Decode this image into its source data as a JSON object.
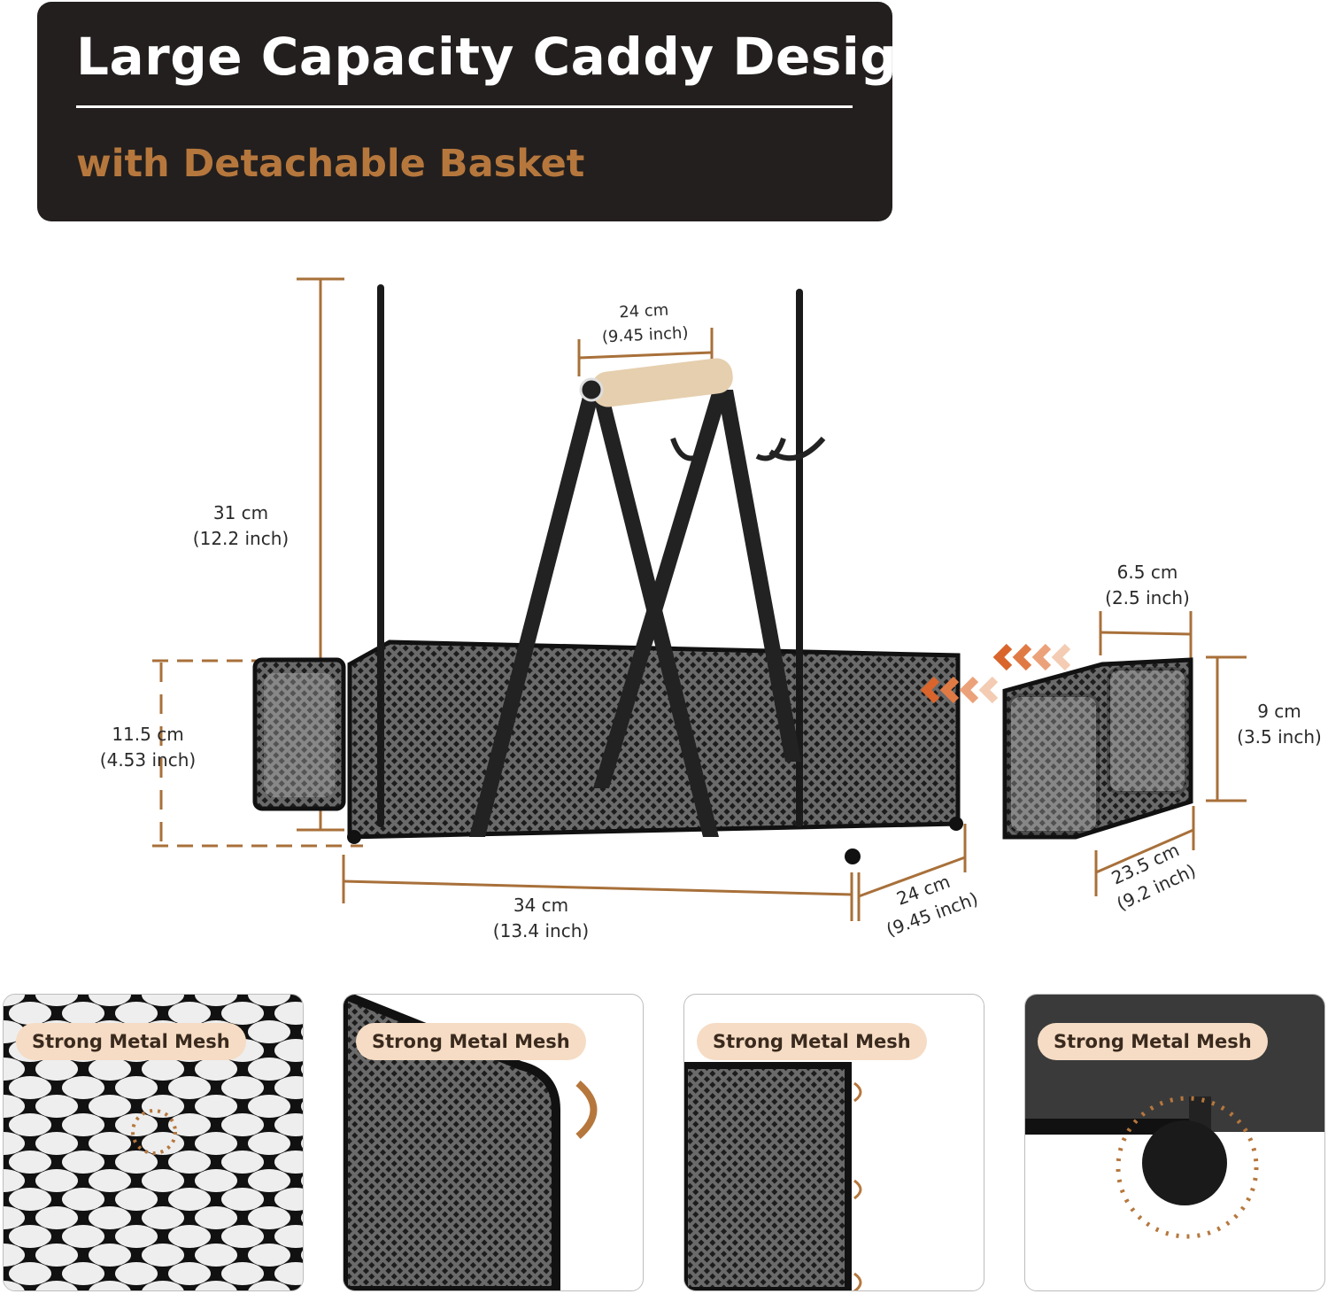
{
  "header": {
    "title": "Large Capacity Caddy Design",
    "subtitle": "with Detachable Basket"
  },
  "colors": {
    "header_bg": "#231f1e",
    "accent": "#b6773d",
    "badge_bg": "#f6dcc4",
    "arrow": "#e0743a"
  },
  "dimensions": {
    "handle_width": {
      "cm": "24 cm",
      "inch": "(9.45 inch)"
    },
    "total_height": {
      "cm": "31 cm",
      "inch": "(12.2 inch)"
    },
    "basket_height": {
      "cm": "11.5 cm",
      "inch": "(4.53 inch)"
    },
    "length": {
      "cm": "34 cm",
      "inch": "(13.4 inch)"
    },
    "depth": {
      "cm": "24 cm",
      "inch": "(9.45 inch)"
    },
    "detachable_width": {
      "cm": "6.5 cm",
      "inch": "(2.5 inch)"
    },
    "detachable_height": {
      "cm": "9 cm",
      "inch": "(3.5 inch)"
    },
    "detachable_length": {
      "cm": "23.5 cm",
      "inch": "(9.2 inch)"
    }
  },
  "detail_panels": [
    {
      "label": "Strong Metal Mesh",
      "icon": "mesh-closeup"
    },
    {
      "label": "Strong Metal Mesh",
      "icon": "rounded-corner"
    },
    {
      "label": "Strong Metal Mesh",
      "icon": "side-edge"
    },
    {
      "label": "Strong Metal Mesh",
      "icon": "ball-foot"
    }
  ]
}
